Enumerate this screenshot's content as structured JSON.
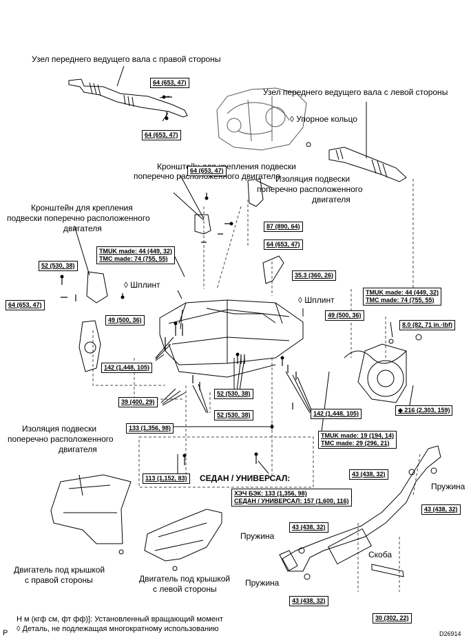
{
  "labels": {
    "rh_shaft": "Узел переднего ведущего вала с правой стороны",
    "lh_shaft": "Узел переднего ведущего вала с левой стороны",
    "thrust_ring": "◊ Упорное кольцо",
    "bracket_trans_1": "Кронштейн для крепления подвески",
    "bracket_trans_2": "поперечно расположенного двигателя",
    "insulator_trans_1": "Изоляция подвески",
    "insulator_trans_2": "поперечно расположенного",
    "insulator_trans_3": "двигателя",
    "bracket_left_1": "Кронштейн для крепления",
    "bracket_left_2": "подвески поперечно расположенного",
    "bracket_left_3": "двигателя",
    "cotter_left": "◊ Шплинт",
    "cotter_right": "◊ Шплинт",
    "insulator_bottom_1": "Изоляция подвески",
    "insulator_bottom_2": "поперечно расположенного",
    "insulator_bottom_3": "двигателя",
    "sedan_wagon": "СЕДАН / УНИВЕРСАЛ:",
    "spring_top": "Пружина",
    "spring_mid": "Пружина",
    "spring_low": "Пружина",
    "bracket_clip": "Скоба",
    "cover_rh_1": "Двигатель под крышкой",
    "cover_rh_2": "с правой стороны",
    "cover_lh_1": "Двигатель под крышкой",
    "cover_lh_2": "с левой стороны",
    "legend_1": "Н м (кгф см, фт фф)]: Установленный вращающий момент",
    "legend_2": "◊ Деталь, не подлежащая многократному использованию",
    "corner_left": "P",
    "corner_right": "D26914"
  },
  "torques": {
    "t_64_a": "64 (653, 47)",
    "t_64_b": "64 (653, 47)",
    "t_64_c": "64 (653, 47)",
    "t_87": "87 (890, 64)",
    "t_64_d": "64 (653, 47)",
    "t_52_a": "52 (530, 38)",
    "t_64_e": "64 (653, 47)",
    "tmuk_1": "TMUK made: 44 (449, 32)",
    "tmc_1": "TMC made: 74 (755, 55)",
    "t_353": "35.3 (360, 26)",
    "tmuk_2": "TMUK made: 44 (449, 32)",
    "tmc_2": "TMC made: 74 (755, 55)",
    "t_49_a": "49 (500, 36)",
    "t_49_b": "49 (500, 36)",
    "t_80": "8.0 (82, 71 in.·lbf)",
    "t_142_a": "142 (1,448, 105)",
    "t_52_b": "52 (530, 38)",
    "t_39": "39 (400, 29)",
    "t_52_c": "52 (530, 38)",
    "t_142_b": "142 (1,448, 105)",
    "t_216": "216 (2,303, 159)",
    "t_133": "133 (1,356, 98)",
    "tmuk_3": "TMUK made: 19 (194, 14)",
    "tmc_3": "TMC made: 29 (296, 21)",
    "t_113": "113 (1,152, 83)",
    "t_43_a": "43 (438, 32)",
    "t_43_b": "43 (438, 32)",
    "hatch_line": "ХЭЧ БЭК: 133 (1,356, 98)",
    "sedan_line": "СЕДАН / УНИВЕРСАЛ: 157 (1,600, 116)",
    "t_43_c": "43 (438, 32)",
    "t_43_d": "43 (438, 32)",
    "t_30": "30 (302, 22)"
  }
}
